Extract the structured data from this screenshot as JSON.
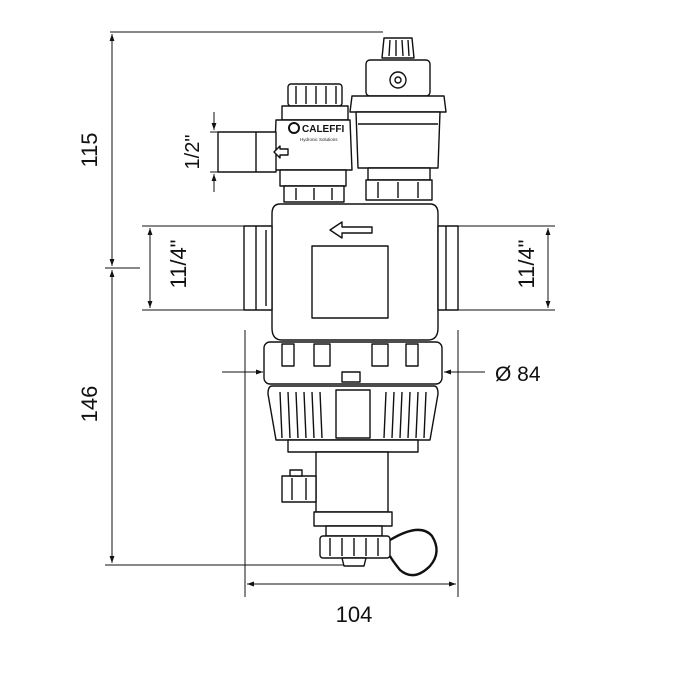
{
  "dimensions": {
    "upper_height": "115",
    "lower_height": "146",
    "gauge_thread": "1/2\"",
    "left_connection": "11/4\"",
    "right_connection": "11/4\"",
    "body_diameter": "Ø 84",
    "overall_width": "104"
  },
  "logo": {
    "brand": "CALEFFI",
    "tagline": "Hydronic Solutions"
  },
  "colors": {
    "line": "#111111",
    "fill": "#ffffff"
  }
}
